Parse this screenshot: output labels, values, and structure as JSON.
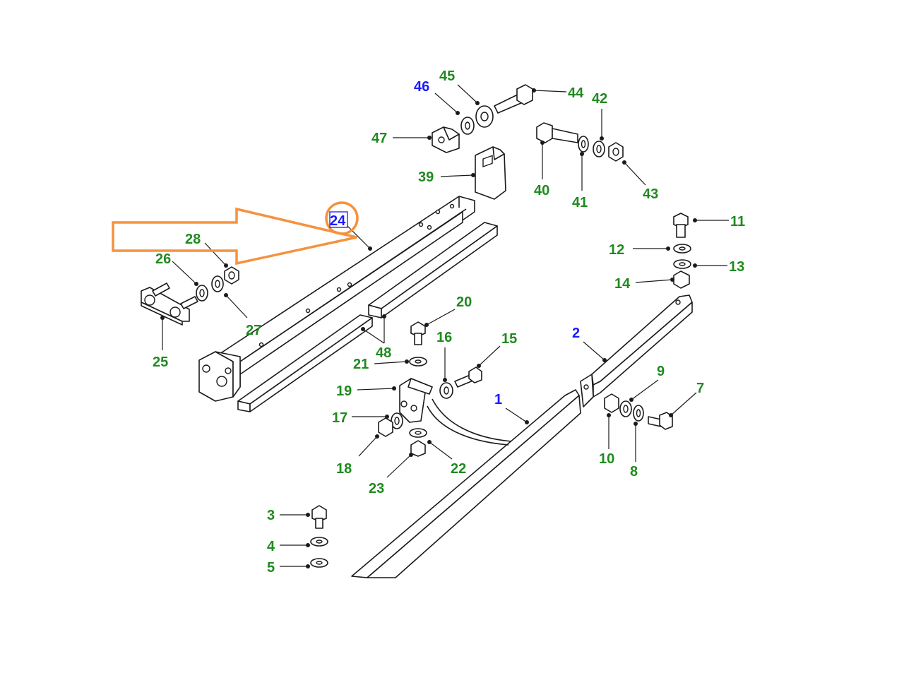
{
  "colors": {
    "label_default": "#1f8a1f",
    "label_highlight": "#1a1aff",
    "callout_accent": "#f5923e"
  },
  "callout": {
    "target_label": "24"
  },
  "labels": [
    {
      "id": "1",
      "text": "1",
      "color": "highlight"
    },
    {
      "id": "2",
      "text": "2",
      "color": "highlight"
    },
    {
      "id": "3",
      "text": "3",
      "color": "default"
    },
    {
      "id": "4",
      "text": "4",
      "color": "default"
    },
    {
      "id": "5",
      "text": "5",
      "color": "default"
    },
    {
      "id": "7",
      "text": "7",
      "color": "default"
    },
    {
      "id": "8",
      "text": "8",
      "color": "default"
    },
    {
      "id": "9",
      "text": "9",
      "color": "default"
    },
    {
      "id": "10",
      "text": "10",
      "color": "default"
    },
    {
      "id": "11",
      "text": "11",
      "color": "default"
    },
    {
      "id": "12",
      "text": "12",
      "color": "default"
    },
    {
      "id": "13",
      "text": "13",
      "color": "default"
    },
    {
      "id": "14",
      "text": "14",
      "color": "default"
    },
    {
      "id": "15",
      "text": "15",
      "color": "default"
    },
    {
      "id": "16",
      "text": "16",
      "color": "default"
    },
    {
      "id": "17",
      "text": "17",
      "color": "default"
    },
    {
      "id": "18",
      "text": "18",
      "color": "default"
    },
    {
      "id": "19",
      "text": "19",
      "color": "default"
    },
    {
      "id": "20",
      "text": "20",
      "color": "default"
    },
    {
      "id": "21",
      "text": "21",
      "color": "default"
    },
    {
      "id": "22",
      "text": "22",
      "color": "default"
    },
    {
      "id": "23",
      "text": "23",
      "color": "default"
    },
    {
      "id": "24",
      "text": "24",
      "color": "highlight"
    },
    {
      "id": "25",
      "text": "25",
      "color": "default"
    },
    {
      "id": "26",
      "text": "26",
      "color": "default"
    },
    {
      "id": "27",
      "text": "27",
      "color": "default"
    },
    {
      "id": "28",
      "text": "28",
      "color": "default"
    },
    {
      "id": "39",
      "text": "39",
      "color": "default"
    },
    {
      "id": "40",
      "text": "40",
      "color": "default"
    },
    {
      "id": "41",
      "text": "41",
      "color": "default"
    },
    {
      "id": "42",
      "text": "42",
      "color": "default"
    },
    {
      "id": "43",
      "text": "43",
      "color": "default"
    },
    {
      "id": "44",
      "text": "44",
      "color": "default"
    },
    {
      "id": "45",
      "text": "45",
      "color": "default"
    },
    {
      "id": "46",
      "text": "46",
      "color": "highlight"
    },
    {
      "id": "47",
      "text": "47",
      "color": "default"
    },
    {
      "id": "48",
      "text": "48",
      "color": "default"
    }
  ]
}
